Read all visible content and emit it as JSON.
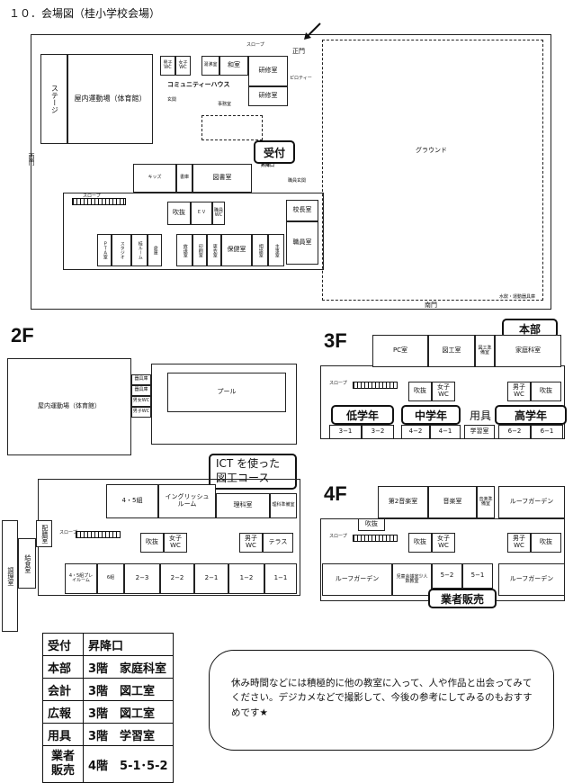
{
  "title": "１０．会場図（桂小学校会場）",
  "floor1": {
    "gate_main": "正門",
    "gate_west": "西門",
    "gate_south": "南門",
    "pilotis": "ピロティー",
    "slope_top": "スロープ",
    "slope_left": "スロープ",
    "stage": "ステージ",
    "gym": "屋内運動場（体育館）",
    "boys_wc": "男子WC",
    "girls_wc": "女子WC",
    "japanese_room": "和室",
    "kitchen": "湯沸室",
    "training1": "研修室",
    "training2": "研修室",
    "community": "コミュニティーハウス",
    "entrance": "玄関",
    "office": "事務室",
    "reception": "受付",
    "kids": "キッズ",
    "library": "図書室",
    "library_small": "書庫",
    "entrance_main": "昇降口",
    "staff_entrance": "職員玄関",
    "ground": "グラウンド",
    "atrium": "吹抜",
    "principal": "校長室",
    "staff_room": "職員室",
    "health": "保健室",
    "pta": "ＰＴＡ室",
    "studio": "スタジオ",
    "katsura_room": "桂ルーム",
    "storage": "倉庫",
    "broadcast": "放送室",
    "print": "印刷室",
    "counsel": "相談室",
    "wc": "職員WC",
    "elevator": "ＥＶ",
    "change": "更衣室",
    "facility": "主事室",
    "footnote": "水飲・運動器具庫"
  },
  "floor2": {
    "label": "2F",
    "gym": "屋内運動場（体育館）",
    "pool": "プール",
    "room_45": "4・5組",
    "english": "イングリッシュルーム",
    "science": "理科室",
    "science_prep": "理科準備室",
    "atrium": "吹抜",
    "girls_wc": "女子WC",
    "boys_wc": "男子WC",
    "terrace": "テラス",
    "slope": "スロープ",
    "kitchen": "給食室",
    "serving": "配膳室",
    "cooking": "調理室",
    "play": "4・5組プレイルーム",
    "classrooms": [
      "6組",
      "2−3",
      "2−2",
      "2−1",
      "1−2",
      "1−1"
    ],
    "side_rooms": [
      "器具庫",
      "器具庫",
      "男女WC",
      "男子WC"
    ],
    "ict_callout": "ICT を使った図工コース"
  },
  "floor3": {
    "label": "3F",
    "pc": "PC室",
    "art": "図工室",
    "art_prep": "図工準備室",
    "home_ec": "家庭科室",
    "atrium1": "吹抜",
    "atrium2": "吹抜",
    "girls_wc": "女子WC",
    "boys_wc": "男子WC",
    "slope": "スロープ",
    "classrooms": [
      "3−1",
      "3−2",
      "4−2",
      "4−1",
      "学習室",
      "6−2",
      "6−1"
    ],
    "honbu": "本部",
    "low": "低学年",
    "mid": "中学年",
    "supply": "用具",
    "high": "高学年"
  },
  "floor4": {
    "label": "4F",
    "music2": "第2音楽室",
    "music": "音楽室",
    "music_prep": "音楽準備室",
    "roof1": "ルーフガーデン",
    "roof2": "ルーフガーデン",
    "roof3": "ルーフガーデン",
    "atrium1": "吹抜",
    "atrium2": "吹抜",
    "atrium3": "吹抜",
    "girls_wc": "女子WC",
    "boys_wc": "男子WC",
    "slope": "スロープ",
    "small_group": "児童会議室少人数教室",
    "classrooms": [
      "5−2",
      "5−1"
    ],
    "sales": "業者販売"
  },
  "legend": [
    {
      "key": "受付",
      "value": "昇降口"
    },
    {
      "key": "本部",
      "value": "3階　家庭科室"
    },
    {
      "key": "会計",
      "value": "3階　図工室"
    },
    {
      "key": "広報",
      "value": "3階　図工室"
    },
    {
      "key": "用具",
      "value": "3階　学習室"
    },
    {
      "key": "業者販売",
      "value": "4階　5-1･5-2"
    }
  ],
  "note": "休み時間などには積極的に他の教室に入って、人や作品と出会ってみてください。デジカメなどで撮影して、今後の参考にしてみるのもおすすめです★"
}
